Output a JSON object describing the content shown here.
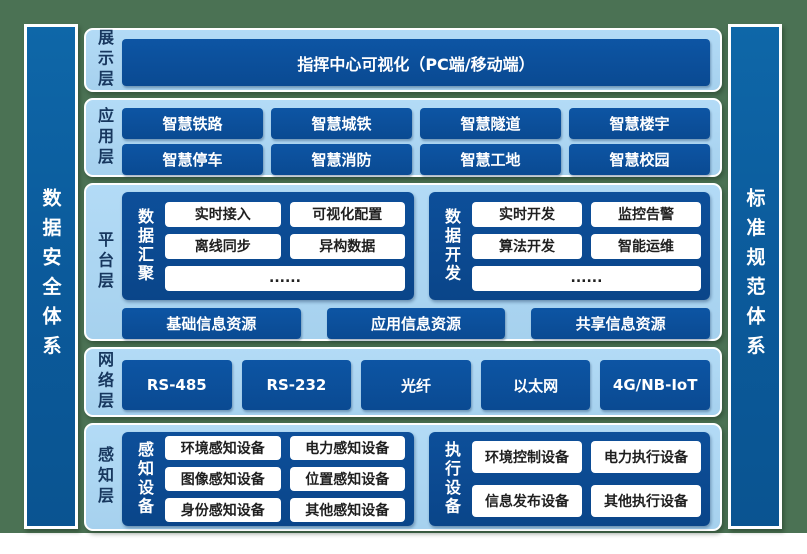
{
  "pillars": {
    "left": "数据安全体系",
    "right": "标准规范体系"
  },
  "layers": {
    "display": {
      "label": "展示层",
      "box": "指挥中心可视化（PC端/移动端）"
    },
    "application": {
      "label": "应用层",
      "items": [
        "智慧铁路",
        "智慧城铁",
        "智慧隧道",
        "智慧楼宇",
        "智慧停车",
        "智慧消防",
        "智慧工地",
        "智慧校园"
      ]
    },
    "platform": {
      "label": "平台层",
      "groups": [
        {
          "title": "数据汇聚",
          "items": [
            "实时接入",
            "可视化配置",
            "离线同步",
            "异构数据"
          ],
          "more": "......"
        },
        {
          "title": "数据开发",
          "items": [
            "实时开发",
            "监控告警",
            "算法开发",
            "智能运维"
          ],
          "more": "......"
        }
      ],
      "resources": [
        "基础信息资源",
        "应用信息资源",
        "共享信息资源"
      ]
    },
    "network": {
      "label": "网络层",
      "items": [
        "RS-485",
        "RS-232",
        "光纤",
        "以太网",
        "4G/NB-IoT"
      ]
    },
    "perception": {
      "label": "感知层",
      "groups": [
        {
          "title": "感知设备",
          "items": [
            "环境感知设备",
            "电力感知设备",
            "图像感知设备",
            "位置感知设备",
            "身份感知设备",
            "其他感知设备"
          ]
        },
        {
          "title": "执行设备",
          "items": [
            "环境控制设备",
            "电力执行设备",
            "信息发布设备",
            "其他执行设备"
          ]
        }
      ]
    }
  },
  "colors": {
    "background_green": "#4b7254",
    "panel_light_blue": "#a9d3ef",
    "box_dark_blue": "#0c50a0",
    "pillar_blue": "#0b5a9b",
    "label_navy": "#17375e",
    "white": "#ffffff"
  }
}
